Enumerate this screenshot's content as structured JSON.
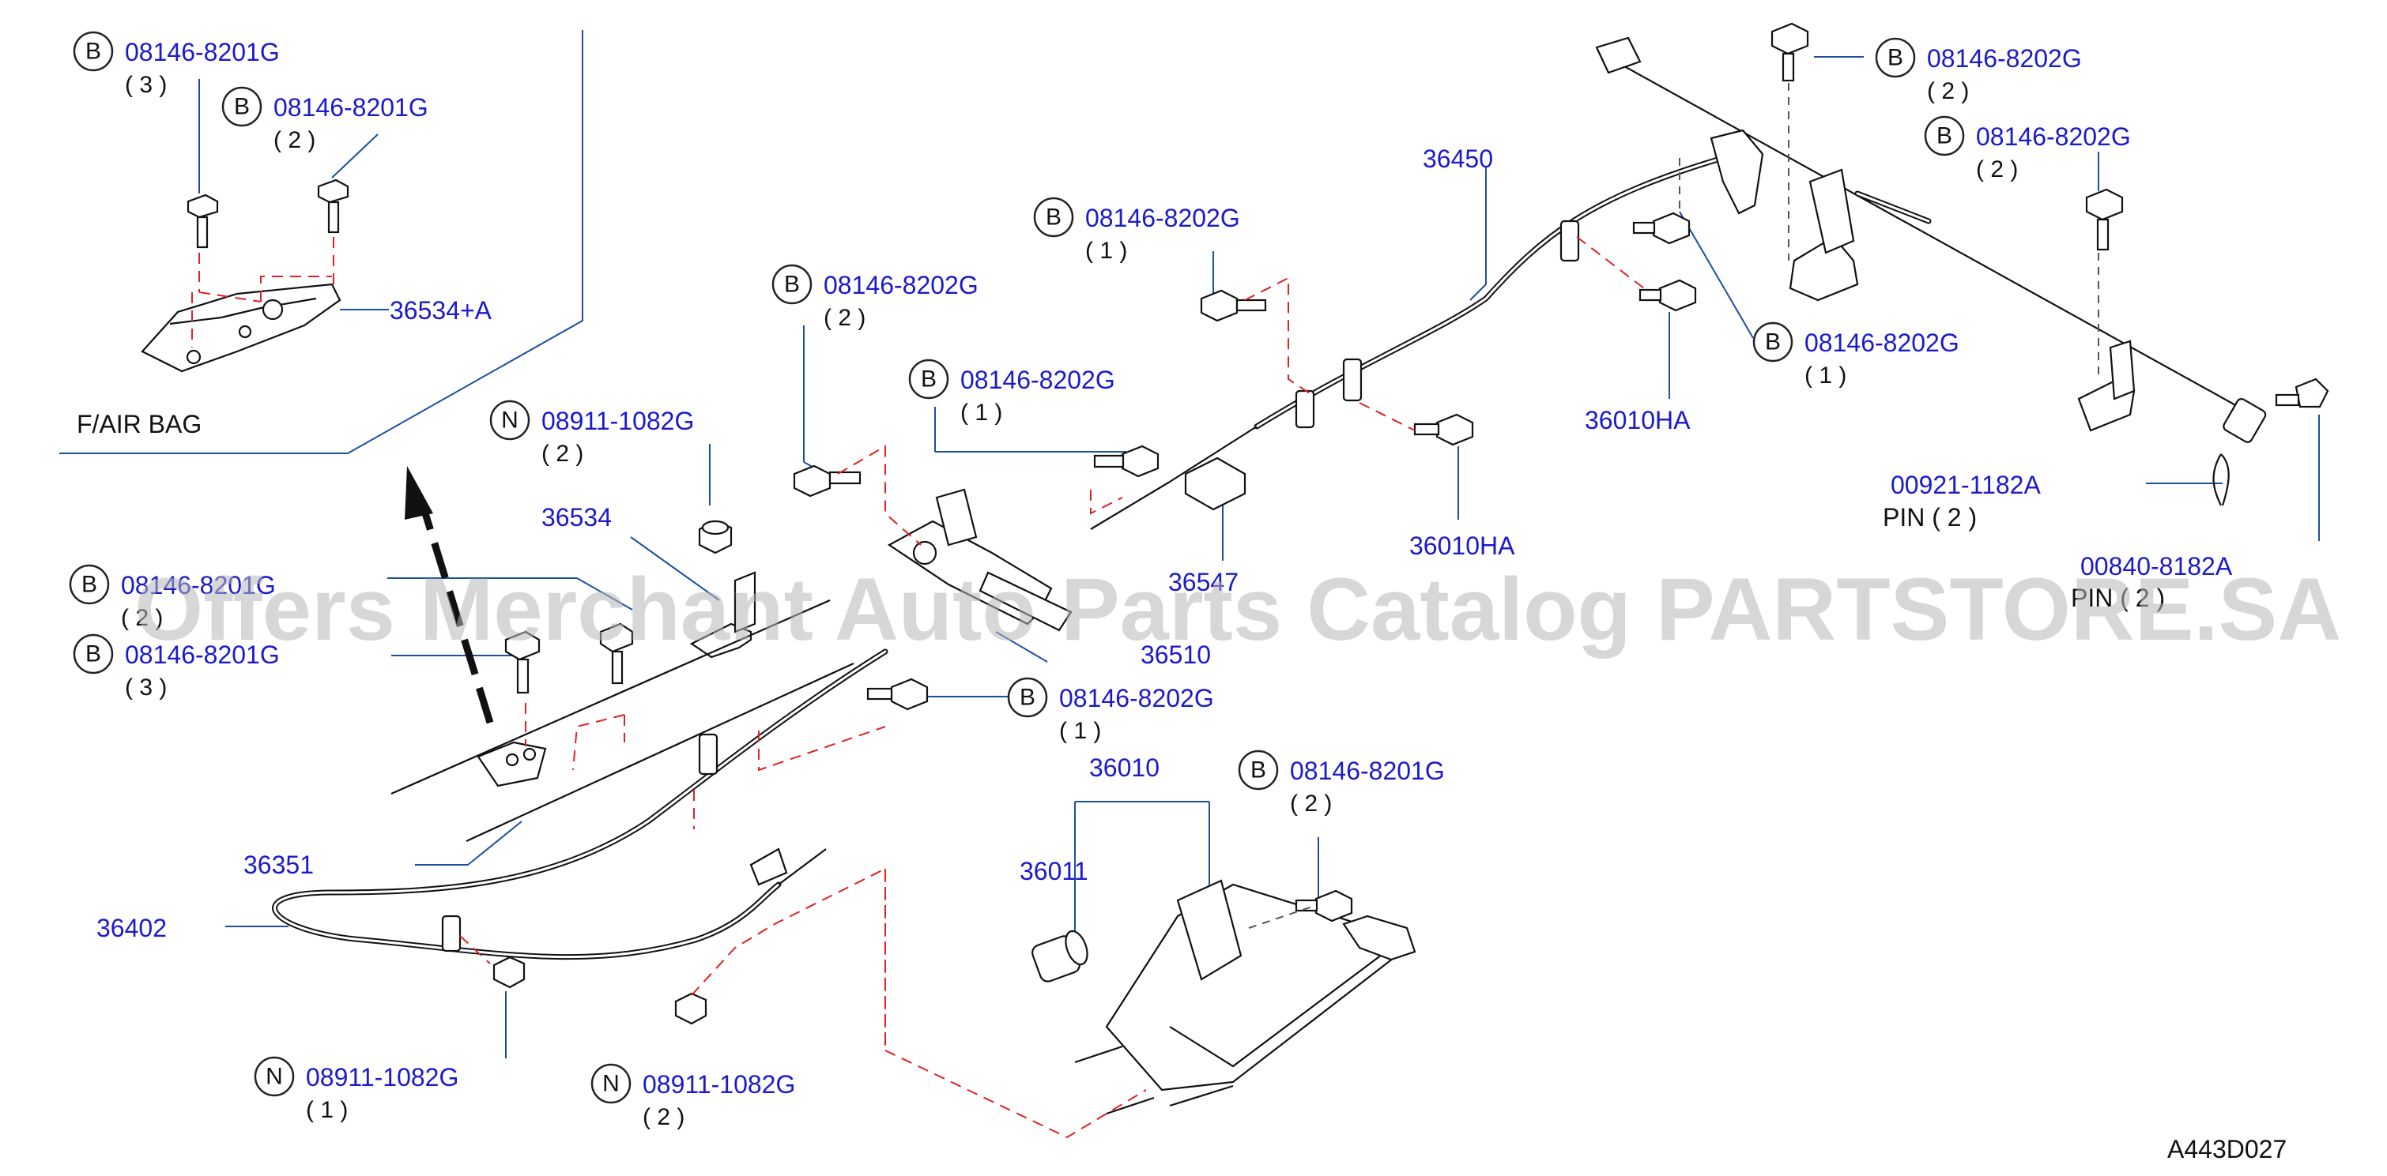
{
  "diagram": {
    "ref_code": "A443D027",
    "watermark": "Offers Merchant Auto Parts Catalog PARTSTORE.SA",
    "inset_caption": "F/AIR  BAG",
    "badges": {
      "bolt": "B",
      "nut": "N"
    },
    "callouts": [
      {
        "part": "08146-8201G",
        "qty": "( 3 )"
      },
      {
        "part": "08146-8201G",
        "qty": "( 2 )"
      },
      {
        "part": "36534+A",
        "qty": ""
      },
      {
        "part": "08146-8202G",
        "qty": "( 2 )"
      },
      {
        "part": "08146-8202G",
        "qty": "( 1 )"
      },
      {
        "part": "08146-8202G",
        "qty": "( 1 )"
      },
      {
        "part": "08911-1082G",
        "qty": "( 2 )"
      },
      {
        "part": "36534",
        "qty": ""
      },
      {
        "part": "36450",
        "qty": ""
      },
      {
        "part": "08146-8202G",
        "qty": "( 2 )"
      },
      {
        "part": "08146-8202G",
        "qty": "( 2 )"
      },
      {
        "part": "08146-8202G",
        "qty": "( 1 )"
      },
      {
        "part": "36010HA",
        "qty": ""
      },
      {
        "part": "36010HA",
        "qty": ""
      },
      {
        "part": "36547",
        "qty": ""
      },
      {
        "part": "00921-1182A",
        "qty": "PIN     ( 2 )"
      },
      {
        "part": "00840-8182A",
        "qty": "PIN     ( 2 )"
      },
      {
        "part": "08146-8201G",
        "qty": "( 2 )"
      },
      {
        "part": "08146-8201G",
        "qty": "( 3 )"
      },
      {
        "part": "36510",
        "qty": ""
      },
      {
        "part": "08146-8202G",
        "qty": "( 1 )"
      },
      {
        "part": "36010",
        "qty": ""
      },
      {
        "part": "08146-8201G",
        "qty": "( 2 )"
      },
      {
        "part": "36011",
        "qty": ""
      },
      {
        "part": "36351",
        "qty": ""
      },
      {
        "part": "36402",
        "qty": ""
      },
      {
        "part": "08911-1082G",
        "qty": "( 1 )"
      },
      {
        "part": "08911-1082G",
        "qty": "( 2 )"
      }
    ]
  }
}
